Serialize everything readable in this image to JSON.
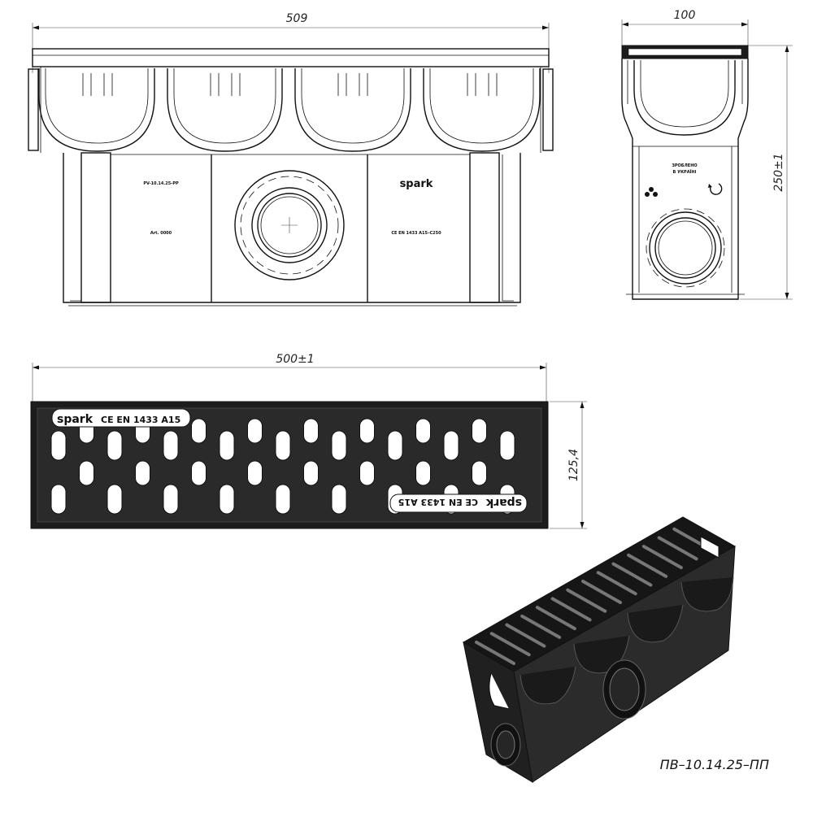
{
  "drawing": {
    "model_code": "ПВ–10.14.25–ПП",
    "dimensions": {
      "front_length": "509",
      "side_width": "100",
      "side_height": "250±1",
      "top_length": "500±1",
      "top_width": "125,4"
    },
    "markings": {
      "front_left_code": "PV-10.14.25-PP",
      "front_left_art": "Art. 0000",
      "front_brand": "spark",
      "front_ce": "CE  EN 1433  A15–C250",
      "side_made_in_1": "ЗРОБЛЕНО",
      "side_made_in_2": "В УКРАЇНІ",
      "grate_brand": "spark",
      "grate_standard": "CE  EN 1433   A15",
      "grate_brand_rev": "spark",
      "grate_standard_rev": "CE  EN 1433   A15"
    }
  },
  "colors": {
    "line": "#111111",
    "fill_dark": "#1c1c1c",
    "background": "#ffffff"
  }
}
